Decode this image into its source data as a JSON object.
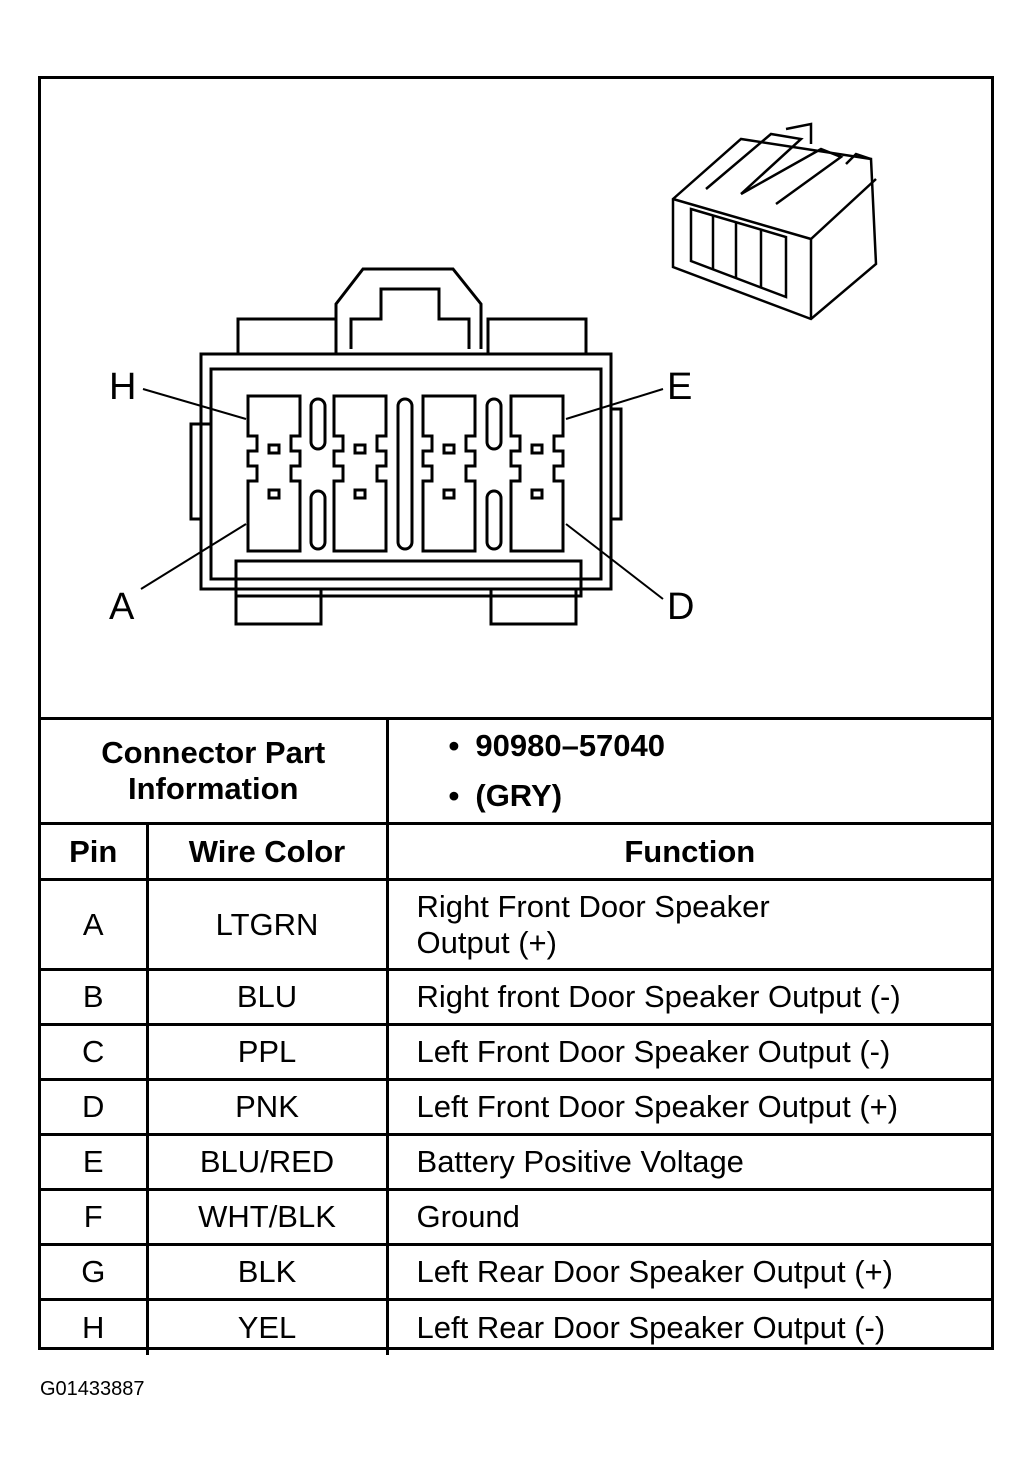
{
  "diagram": {
    "pin_labels": {
      "top_left": "H",
      "top_right": "E",
      "bottom_left": "A",
      "bottom_right": "D"
    }
  },
  "connector_info": {
    "label": "Connector Part Information",
    "label_line1": "Connector Part",
    "label_line2": "Information",
    "part_number": "90980–57040",
    "color": "(GRY)"
  },
  "table": {
    "headers": {
      "pin": "Pin",
      "wire_color": "Wire Color",
      "function": "Function"
    },
    "rows": [
      {
        "pin": "A",
        "wire_color": "LTGRN",
        "function_line1": "Right Front Door Speaker",
        "function_line2": "Output (+)"
      },
      {
        "pin": "B",
        "wire_color": "BLU",
        "function_line1": "Right front Door Speaker Output (-)",
        "function_line2": ""
      },
      {
        "pin": "C",
        "wire_color": "PPL",
        "function_line1": "Left Front Door Speaker Output (-)",
        "function_line2": ""
      },
      {
        "pin": "D",
        "wire_color": "PNK",
        "function_line1": "Left Front Door Speaker Output (+)",
        "function_line2": ""
      },
      {
        "pin": "E",
        "wire_color": "BLU/RED",
        "function_line1": "Battery Positive Voltage",
        "function_line2": ""
      },
      {
        "pin": "F",
        "wire_color": "WHT/BLK",
        "function_line1": "Ground",
        "function_line2": ""
      },
      {
        "pin": "G",
        "wire_color": "BLK",
        "function_line1": "Left Rear Door Speaker Output (+)",
        "function_line2": ""
      },
      {
        "pin": "H",
        "wire_color": "YEL",
        "function_line1": "Left Rear Door Speaker Output (-)",
        "function_line2": ""
      }
    ]
  },
  "figure_id": "G01433887"
}
